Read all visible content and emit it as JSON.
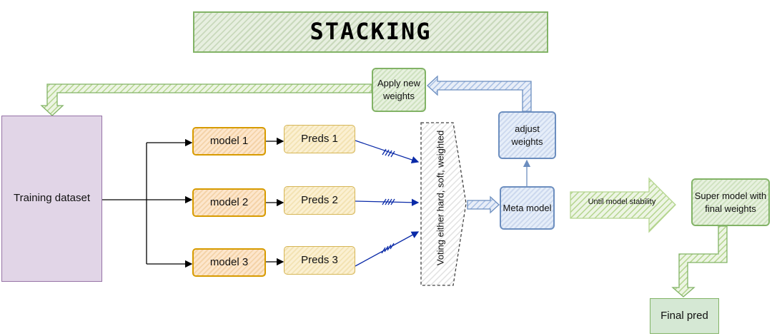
{
  "title": "STACKING",
  "nodes": {
    "training_dataset": "Training dataset",
    "model_1": "model 1",
    "model_2": "model 2",
    "model_3": "model 3",
    "preds_1": "Preds 1",
    "preds_2": "Preds 2",
    "preds_3": "Preds 3",
    "voting": "Voting either hard, soft, weighted",
    "meta_model": "Meta model",
    "adjust_weights": "adjust weights",
    "apply_new_weights": "Apply new weights",
    "super_model": "Super model with final weights",
    "final_pred": "Final pred"
  },
  "edge_labels": {
    "until_stability": "Until model stability"
  },
  "colors": {
    "green": "#82b366",
    "blue": "#6c8ebf",
    "orange": "#d79b00",
    "yellow": "#d6b656",
    "purple": "#9673a6",
    "navy": "#0a2aa8"
  }
}
